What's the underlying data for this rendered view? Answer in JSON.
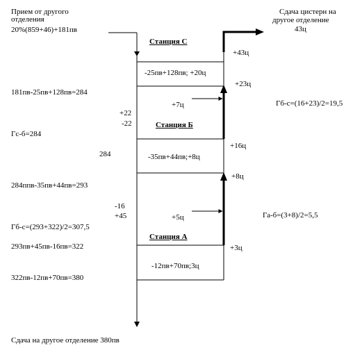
{
  "header": {
    "receive_line1": "Прием от другого",
    "receive_line2": "отделения",
    "receive_formula": "20%(859+46)+181пв",
    "deliver_line1": "Сдача цистерн на",
    "deliver_line2": "другое отделение",
    "deliver_value": "43ц"
  },
  "stations": {
    "c": {
      "name": "Станция С",
      "ops": "-25пв+128пв; +20ц"
    },
    "b": {
      "name": "Станция Б",
      "ops": "-35пв+44пв;+8ц"
    },
    "a": {
      "name": "Станция А",
      "ops": "-12пв+70пв;3ц"
    }
  },
  "flows": {
    "plus43": "+43ц",
    "plus23": "+23ц",
    "plus7": "+7ц",
    "plus16": "+16ц",
    "plus8": "+8ц",
    "plus5": "+5ц",
    "plus3": "+3ц"
  },
  "left": {
    "calc1": "181пв-25пв+128пв=284",
    "adj1_plus": "+22",
    "adj1_minus": "-22",
    "gcb": "Гс-б=284",
    "mid284": "284",
    "calc2": "284ппв-35пв+44пв=293",
    "adj2_minus": "-16",
    "adj2_plus": "+45",
    "gbc_left": "Гб-с=(293+322)/2=307,5",
    "calc3": "293пв+45пв-16пв=322",
    "calc4": "322пв-12пв+70пв=380"
  },
  "right": {
    "gbc": "Гб-с=(16+23)/2=19,5",
    "gab": "Га-б=(3+8)/2=5,5"
  },
  "footer": {
    "deliver": "Сдача на другое отделение 380пв"
  }
}
